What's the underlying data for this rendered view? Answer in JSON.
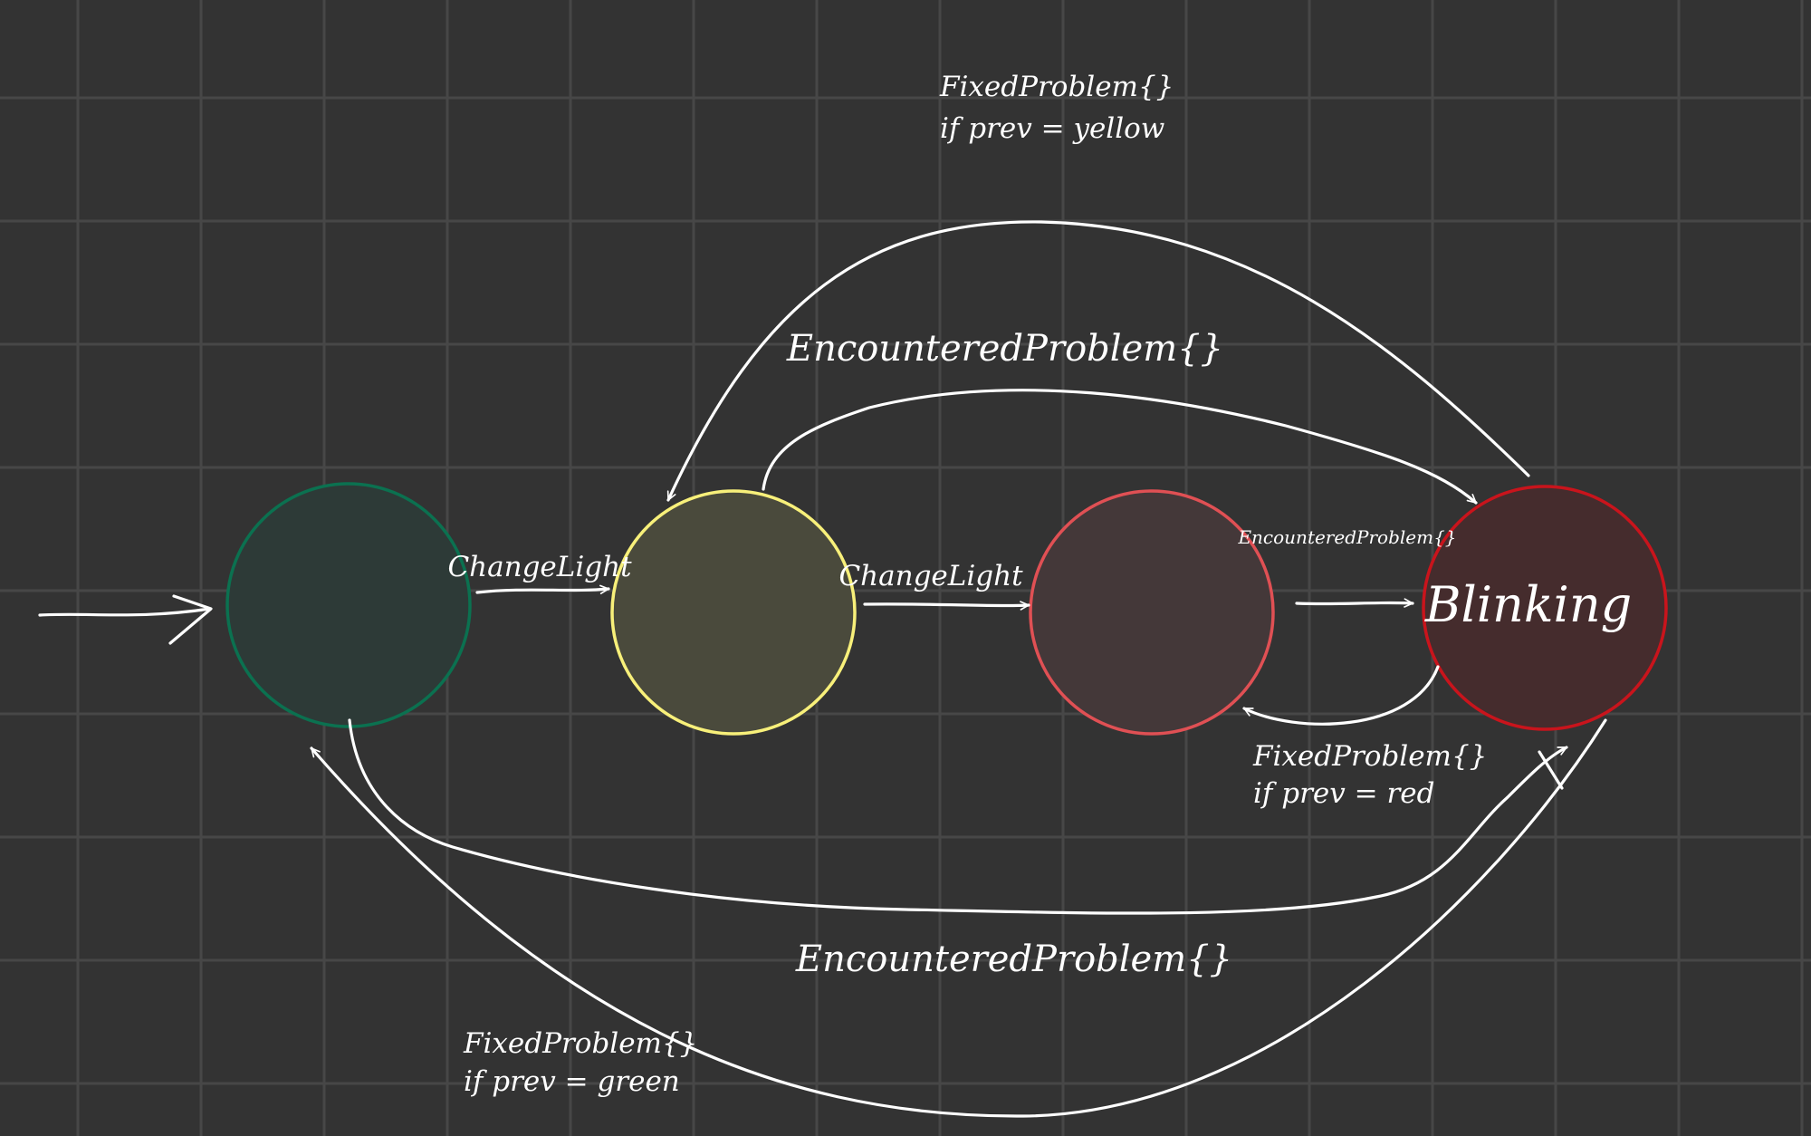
{
  "colors": {
    "background": "#333333",
    "grid": "#474747",
    "edge": "#ffffff",
    "green_stroke": "#0b7150",
    "green_fill": "#2d3a37",
    "yellow_stroke": "#f8f07a",
    "yellow_fill": "#4a4a3c",
    "red_stroke": "#e05054",
    "red_fill": "#443839",
    "blinking_stroke": "#c9141c",
    "blinking_fill": "#452c2d"
  },
  "states": {
    "green": {
      "label": ""
    },
    "yellow": {
      "label": ""
    },
    "red": {
      "label": ""
    },
    "blinking": {
      "label": "Blinking"
    }
  },
  "transitions": {
    "green_to_yellow": {
      "label": "ChangeLight"
    },
    "yellow_to_red": {
      "label": "ChangeLight"
    },
    "yellow_to_blinking": {
      "label": "EncounteredProblem{}"
    },
    "red_to_blinking": {
      "label": "EncounteredProblem{}"
    },
    "green_to_blinking": {
      "label": "EncounteredProblem{}"
    },
    "blinking_to_yellow": {
      "line1": "FixedProblem{}",
      "line2": "if prev = yellow"
    },
    "blinking_to_red": {
      "line1": "FixedProblem{}",
      "line2": "if prev = red"
    },
    "blinking_to_green": {
      "line1": "FixedProblem{}",
      "line2": "if prev = green"
    }
  }
}
